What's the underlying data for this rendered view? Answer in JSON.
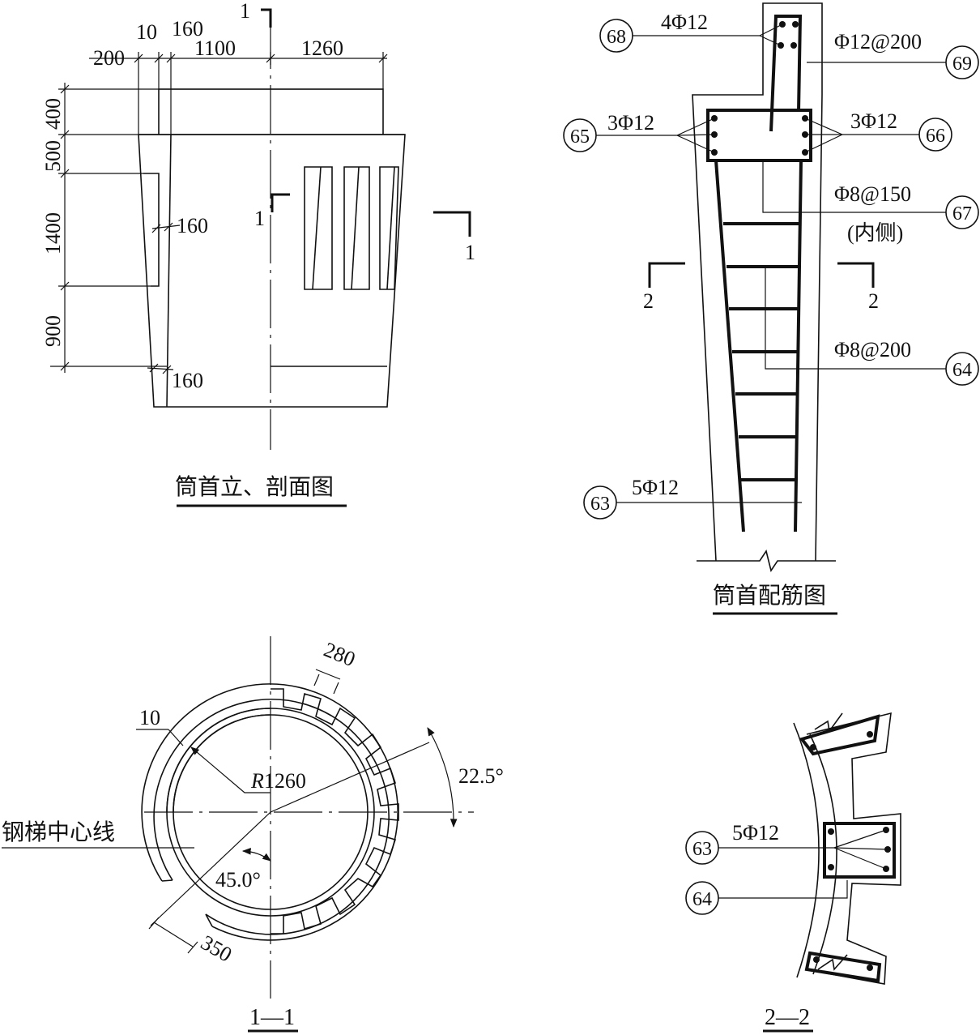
{
  "elevation": {
    "caption": "筒首立、剖面图",
    "dims_top": [
      "200",
      "10",
      "160",
      "1100",
      "1260"
    ],
    "dims_left": [
      "400",
      "500",
      "1400",
      "900"
    ],
    "dim_160_a": "160",
    "dim_160_b": "160",
    "section_mark": "1"
  },
  "reinforcement": {
    "caption": "筒首配筋图",
    "section_mark": "2",
    "callouts": [
      {
        "id": "68",
        "text": "4Φ12"
      },
      {
        "id": "69",
        "text": "Φ12@200"
      },
      {
        "id": "65",
        "text": "3Φ12"
      },
      {
        "id": "66",
        "text": "3Φ12"
      },
      {
        "id": "67",
        "text": "Φ8@150",
        "note": "(内侧)"
      },
      {
        "id": "64",
        "text": "Φ8@200"
      },
      {
        "id": "63",
        "text": "5Φ12"
      }
    ]
  },
  "plan": {
    "caption": "1—1",
    "dim_280": "280",
    "dim_10": "10",
    "radius": "R1260",
    "radius_prefix": "R",
    "radius_value": "1260",
    "angle_22": "22.5°",
    "angle_45": "45.0°",
    "dim_350": "350",
    "ladder_label": "钢梯中心线"
  },
  "section22": {
    "caption": "2—2",
    "callouts": [
      {
        "id": "63",
        "text": "5Φ12"
      },
      {
        "id": "64",
        "text": ""
      }
    ]
  }
}
